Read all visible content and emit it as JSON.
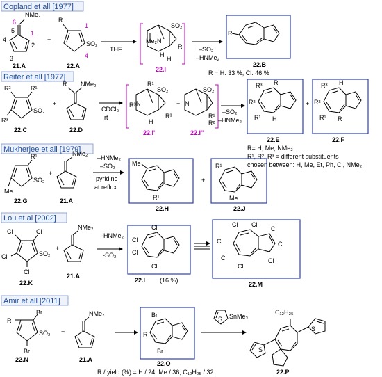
{
  "plus": "+",
  "numbering": {
    "n1": "1",
    "n2": "2",
    "n3": "3",
    "n4": "4",
    "n5": "5",
    "n6": "6"
  },
  "colors": {
    "header": "#1f4fa0",
    "intermediate": "#c000c0",
    "product_box": "#2e3fb5"
  },
  "sections": [
    {
      "header": "Copland et all [1977]",
      "group_nme2": "NMe₂",
      "sub_r": "R",
      "so2": "SO₂",
      "me2n": "Me₂N",
      "h": "H",
      "cond1": "THF",
      "cond2": "–SO₂",
      "cond3": "–HNMe₂",
      "labels": {
        "a": "21.A",
        "b": "22.A",
        "c": "22.I",
        "d": "22.B"
      },
      "note": "R = H: 33 %; Cl: 46 %"
    },
    {
      "header": "Reiter et all [1977]",
      "r1": "R¹",
      "r2": "R²",
      "r3": "R³",
      "sub_r": "R",
      "group_nme2": "NMe₂",
      "so2": "SO₂",
      "me2n": "N",
      "h": "H",
      "cond1": "CDCl₃",
      "cond2": "rt",
      "cond3": "–SO₂",
      "cond4": "–HNMe₂",
      "labels": {
        "a": "22.C",
        "b": "22.D",
        "c": "22.I'",
        "d": "22.I''",
        "e": "22.E",
        "f": "22.F"
      },
      "notes": [
        "R= H, Me, NMe₂",
        "R¹, R², R³ = different substituents",
        "chosen between: H, Me, Et, Ph, Cl, NMe₂"
      ]
    },
    {
      "header": "Mukherjee et all [1979]",
      "r1": "R¹",
      "me": "Me",
      "so2": "SO₂",
      "group_nme2": "NMe₂",
      "cond1": "–HNMe₂",
      "cond2": "–SO₂",
      "cond3": "pyridine",
      "cond4": "at reflux",
      "labels": {
        "a": "22.G",
        "b": "21.A",
        "c": "22.H",
        "d": "22.J"
      }
    },
    {
      "header": "Lou et al [2002]",
      "cl": "Cl",
      "so2": "SO₂",
      "group_nme2": "NMe₂",
      "cond1": "-HNMe₂",
      "cond2": "-SO₂",
      "yield": "(16 %)",
      "labels": {
        "a": "22.K",
        "b": "21.A",
        "c": "22.L",
        "d": "22.M"
      }
    },
    {
      "header": "Amir et all [2011]",
      "sub_r": "R",
      "br": "Br",
      "so2": "SO₂",
      "group_nme2": "NMe₂",
      "s": "S",
      "snme3": "SnMe₃",
      "c12h25": "C₁₂H₂₅",
      "labels": {
        "a": "22.N",
        "b": "21.A",
        "c": "22.O",
        "d": "22.P"
      },
      "note": "R / yield (%) = H / 24, Me / 36, C₁₂H₂₅ / 32"
    }
  ]
}
